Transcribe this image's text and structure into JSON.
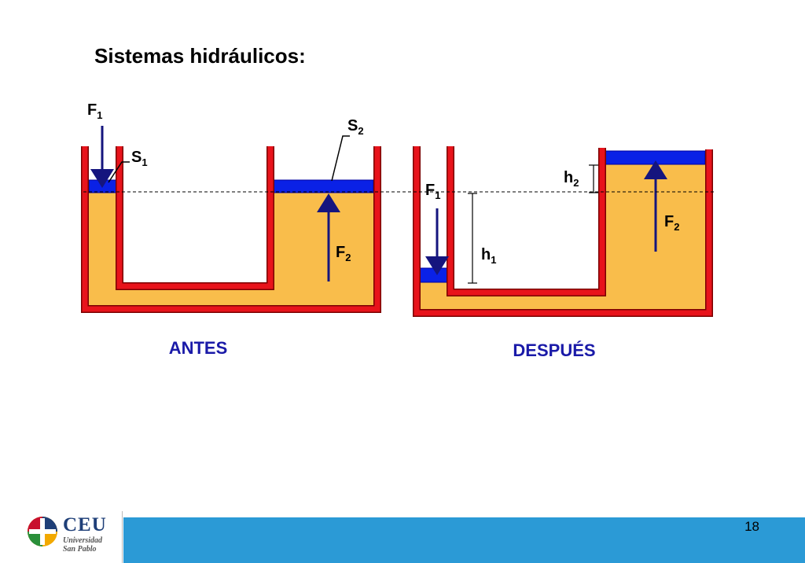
{
  "title": "Sistemas hidráulicos:",
  "labels": {
    "antes": {
      "f1": {
        "main": "F",
        "sub": "1"
      },
      "s1": {
        "main": "S",
        "sub": "1"
      },
      "s2": {
        "main": "S",
        "sub": "2"
      },
      "f2": {
        "main": "F",
        "sub": "2"
      }
    },
    "despues": {
      "f1": {
        "main": "F",
        "sub": "1"
      },
      "h1": {
        "main": "h",
        "sub": "1"
      },
      "h2": {
        "main": "h",
        "sub": "2"
      },
      "f2": {
        "main": "F",
        "sub": "2"
      }
    }
  },
  "captions": {
    "before": "ANTES",
    "after": "DESPUÉS"
  },
  "footer": {
    "page_number": "18",
    "logo": {
      "name": "CEU",
      "line1": "Universidad",
      "line2": "San Pablo"
    }
  },
  "colors": {
    "wall": "#e8131b",
    "fluid": "#f9bd4b",
    "piston": "#0a21e6",
    "arrow": "#15157e",
    "caption": "#1a1aa8",
    "footer_band": "#2b9ad6"
  }
}
